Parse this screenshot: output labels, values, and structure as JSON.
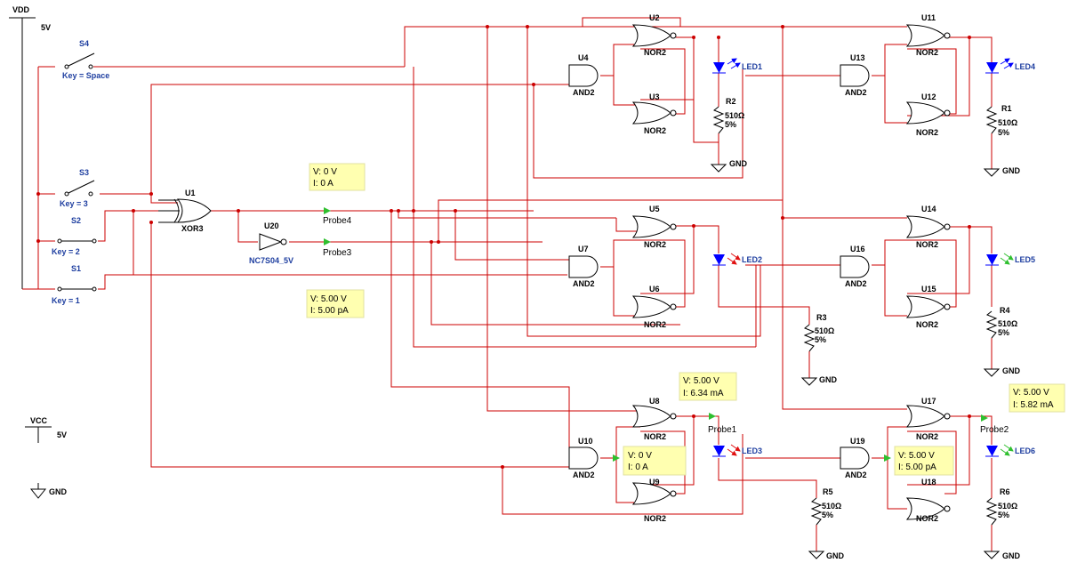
{
  "supplies": [
    {
      "label": "VDD",
      "value": "5V"
    },
    {
      "label": "VCC",
      "value": "5V"
    }
  ],
  "ground_label": "GND",
  "switches": [
    {
      "ref": "S4",
      "key": "Key = Space"
    },
    {
      "ref": "S3",
      "key": "Key = 3"
    },
    {
      "ref": "S2",
      "key": "Key = 2"
    },
    {
      "ref": "S1",
      "key": "Key = 1"
    }
  ],
  "gates": [
    {
      "ref": "U1",
      "type": "XOR3"
    },
    {
      "ref": "U20",
      "type": "NC7S04_5V"
    },
    {
      "ref": "U2",
      "type": "NOR2"
    },
    {
      "ref": "U3",
      "type": "NOR2"
    },
    {
      "ref": "U4",
      "type": "AND2"
    },
    {
      "ref": "U5",
      "type": "NOR2"
    },
    {
      "ref": "U6",
      "type": "NOR2"
    },
    {
      "ref": "U7",
      "type": "AND2"
    },
    {
      "ref": "U8",
      "type": "NOR2"
    },
    {
      "ref": "U9",
      "type": "NOR2"
    },
    {
      "ref": "U10",
      "type": "AND2"
    },
    {
      "ref": "U11",
      "type": "NOR2"
    },
    {
      "ref": "U12",
      "type": "NOR2"
    },
    {
      "ref": "U13",
      "type": "AND2"
    },
    {
      "ref": "U14",
      "type": "NOR2"
    },
    {
      "ref": "U15",
      "type": "NOR2"
    },
    {
      "ref": "U16",
      "type": "AND2"
    },
    {
      "ref": "U17",
      "type": "NOR2"
    },
    {
      "ref": "U18",
      "type": "NOR2"
    },
    {
      "ref": "U19",
      "type": "AND2"
    }
  ],
  "leds": [
    "LED1",
    "LED2",
    "LED3",
    "LED4",
    "LED5",
    "LED6"
  ],
  "resistors": [
    {
      "ref": "R1",
      "value": "510Ω",
      "tol": "5%"
    },
    {
      "ref": "R2",
      "value": "510Ω",
      "tol": "5%"
    },
    {
      "ref": "R3",
      "value": "510Ω",
      "tol": "5%"
    },
    {
      "ref": "R4",
      "value": "510Ω",
      "tol": "5%"
    },
    {
      "ref": "R5",
      "value": "510Ω",
      "tol": "5%"
    },
    {
      "ref": "R6",
      "value": "510Ω",
      "tol": "5%"
    }
  ],
  "probes": [
    {
      "ref": "Probe4",
      "v": "V: 0 V",
      "i": "I: 0 A"
    },
    {
      "ref": "Probe3",
      "v": "V: 5.00 V",
      "i": "I: 5.00 pA"
    },
    {
      "ref": "Probe1",
      "v": "V: 5.00 V",
      "i": "I: 6.34 mA"
    },
    {
      "ref": "Probe2",
      "v": "V: 5.00 V",
      "i": "I: 5.82 mA"
    },
    {
      "ref": "U10 probe",
      "v": "V: 0 V",
      "i": "I: 0 A"
    },
    {
      "ref": "U19 probe",
      "v": "V: 5.00 V",
      "i": "I: 5.00 pA"
    }
  ],
  "colors": {
    "wire": "#cc0000",
    "switch_label": "#1f3fa0",
    "led_on": "#2fbf2f",
    "led_off": "#0000ff",
    "led_arrow_red": "#e01010",
    "probe_box": "#ffffb0"
  }
}
